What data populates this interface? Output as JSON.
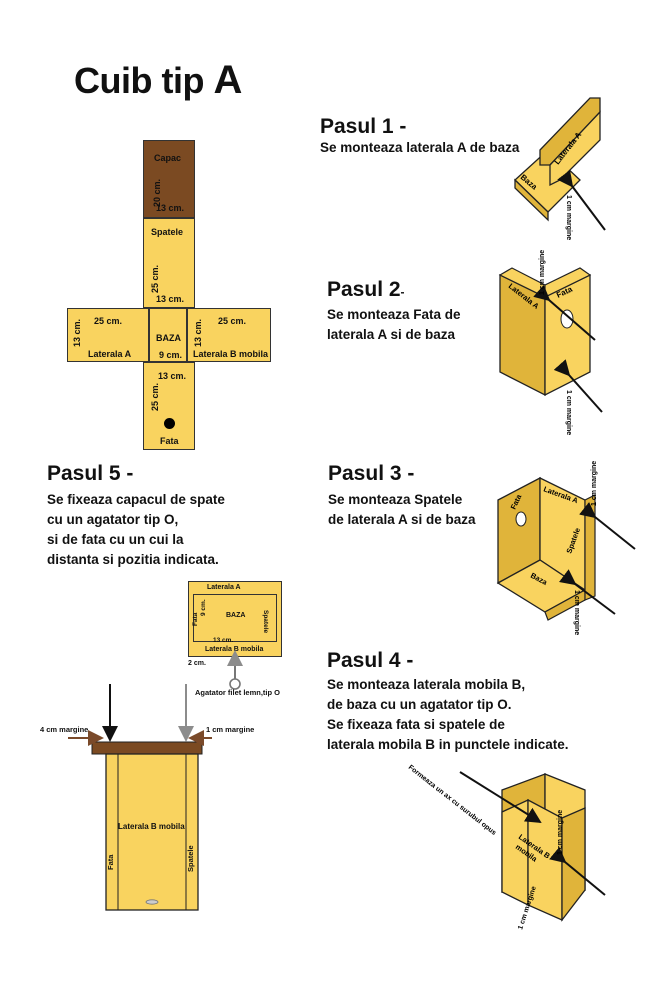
{
  "title": {
    "main": "Cuib tip",
    "letter": "A"
  },
  "net": {
    "capac": {
      "name": "Capac",
      "h": "20 cm.",
      "w": "13 cm."
    },
    "spatele": {
      "name": "Spatele",
      "h": "25 cm.",
      "w": "13 cm."
    },
    "lat_a": {
      "dim_h": "13 cm.",
      "dim_w": "25 cm.",
      "name": "Laterala A"
    },
    "baza": {
      "name": "BAZA",
      "w": "9 cm."
    },
    "lat_b": {
      "dim_h": "13 cm.",
      "dim_w": "25 cm.",
      "name": "Laterala B mobila"
    },
    "fata": {
      "w": "13 cm.",
      "h": "25 cm.",
      "name": "Fata"
    }
  },
  "steps": {
    "s1": {
      "heading": "Pasul 1 -",
      "text": "Se monteaza laterala A de baza"
    },
    "s2": {
      "heading": "Pasul 2",
      "dash": "-",
      "line1": "Se monteaza Fata de",
      "line2": "laterala A si de baza"
    },
    "s3": {
      "heading": "Pasul 3 -",
      "line1": "Se monteaza Spatele",
      "line2": "de laterala A si de baza"
    },
    "s4": {
      "heading": "Pasul 4 -",
      "line1": "Se monteaza laterala mobila B,",
      "line2": "de baza cu un agatator tip O.",
      "line3": "Se fixeaza fata si spatele de",
      "line4": "laterala mobila B in punctele indicate."
    },
    "s5": {
      "heading": "Pasul 5 -",
      "line1": "Se fixeaza capacul de spate",
      "line2": "cu un agatator tip O,",
      "line3": "si de fata cu un cui la",
      "line4": "distanta si pozitia indicata."
    }
  },
  "fig1": {
    "lat": "Laterala A",
    "baza": "Baza",
    "margin": "1 cm margine"
  },
  "fig2": {
    "lat": "Laterala A",
    "fata": "Fata",
    "m1": "1 cm margine",
    "m2": "1 cm margine"
  },
  "fig3": {
    "fata": "Fata",
    "lat": "Laterala A",
    "spatele": "Spatele",
    "baza": "Baza",
    "m1": "1 cm margine",
    "m2": "1 cm margine"
  },
  "fig4": {
    "axis": "Formeaza un ax cu surubul opus",
    "lat": "Laterala B",
    "lat2": "mobila",
    "m1": "1 cm margine",
    "m2": "1 cm margine"
  },
  "fig5": {
    "top": {
      "lat_a": "Laterala A",
      "fata": "Fata",
      "dim9": "9 cm.",
      "baza": "BAZA",
      "spatele": "Spatele",
      "dim13": "13 cm.",
      "lat_b": "Laterala B mobila",
      "dim2": "2 cm.",
      "hook": "Agatator filet lemn,tip O"
    },
    "side": {
      "m4": "4 cm margine",
      "m1": "1 cm margine",
      "lat_b": "Laterala B mobila",
      "fata": "Fata",
      "spatele": "Spatele"
    }
  },
  "colors": {
    "wood": "#f9d35f",
    "wood_dark": "#e0b43a",
    "lid": "#7b4a22",
    "arrow": "#111111",
    "arrow_brown": "#7a4a2a",
    "arrow_grey": "#8c8c8c"
  }
}
